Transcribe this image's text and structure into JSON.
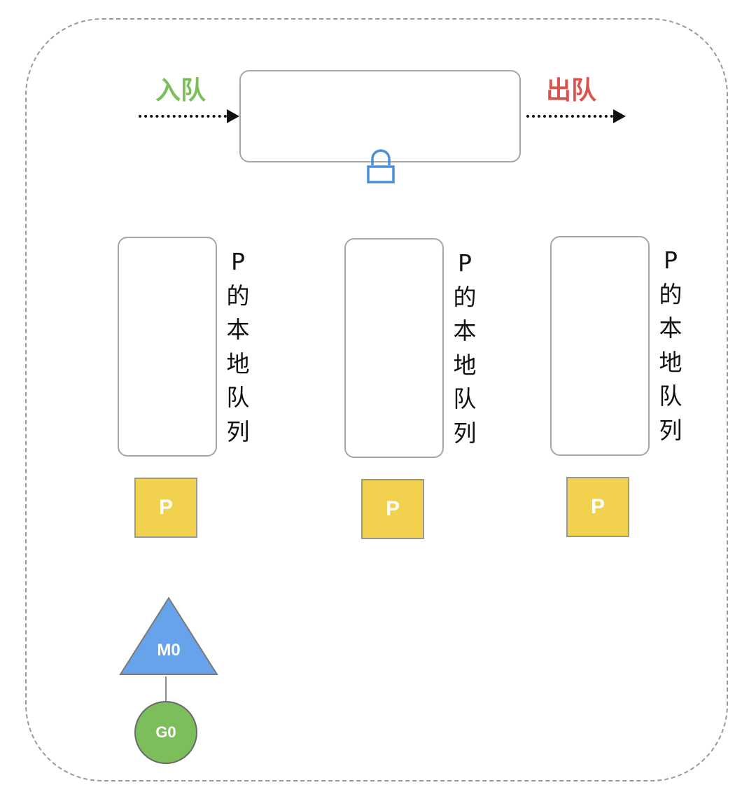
{
  "colors": {
    "enqueue": "#7cbf5a",
    "dequeue": "#d9534f",
    "lock": "#4a90d9",
    "processor": "#f2d14f",
    "machine": "#66a3ea",
    "goroutine": "#7cbf5a"
  },
  "global_queue": {
    "enqueue_label": "入队",
    "dequeue_label": "出队",
    "lock_icon": "lock-icon"
  },
  "local_queues": [
    {
      "label": "P的本地队列",
      "processor_label": "P"
    },
    {
      "label": "P的本地队列",
      "processor_label": "P"
    },
    {
      "label": "P的本地队列",
      "processor_label": "P"
    }
  ],
  "machine": {
    "label": "M0"
  },
  "goroutine": {
    "label": "G0"
  }
}
